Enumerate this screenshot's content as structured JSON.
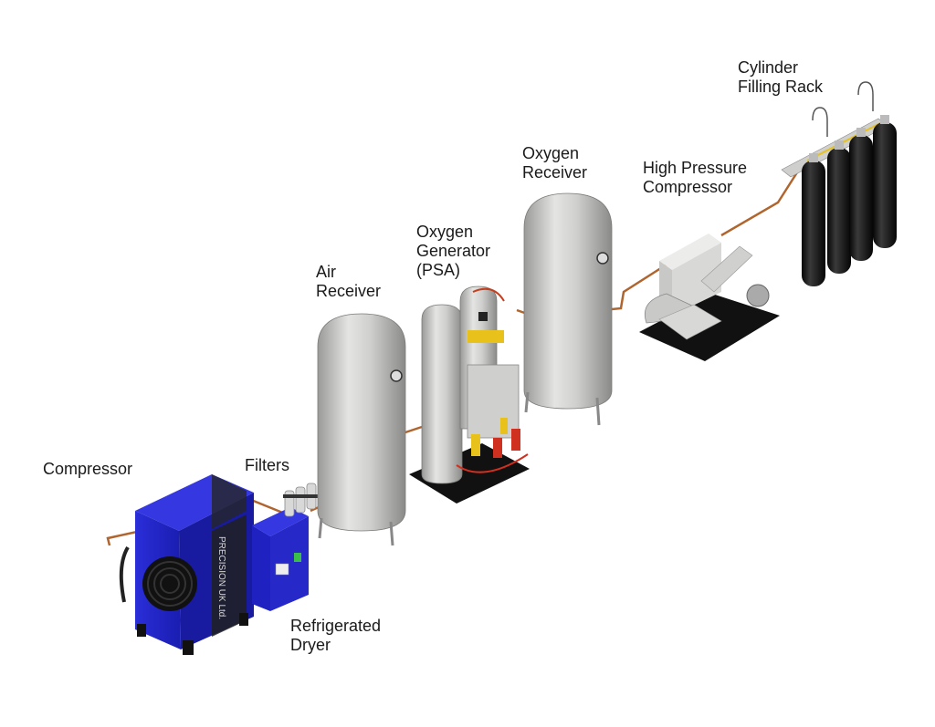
{
  "labels": {
    "compressor": [
      "Compressor"
    ],
    "filters": [
      "Filters"
    ],
    "air_receiver": [
      "Air",
      "Receiver"
    ],
    "oxygen_generator": [
      "Oxygen",
      "Generator",
      "(PSA)"
    ],
    "oxygen_receiver": [
      "Oxygen",
      "Receiver"
    ],
    "high_pressure_compressor": [
      "High Pressure",
      "Compressor"
    ],
    "cylinder_filling_rack": [
      "Cylinder",
      "Filling Rack"
    ],
    "refrigerated_dryer": [
      "Refrigerated",
      "Dryer"
    ]
  },
  "compressor_brand": "PRECISION UK Ltd.",
  "colors": {
    "compressor_blue": "#1f23c9",
    "tank_silver": "#c9c9c7",
    "pipe_copper": "#b0652e",
    "cylinder_black": "#151515",
    "valve_yellow": "#e8c21a",
    "base_black": "#111111"
  }
}
